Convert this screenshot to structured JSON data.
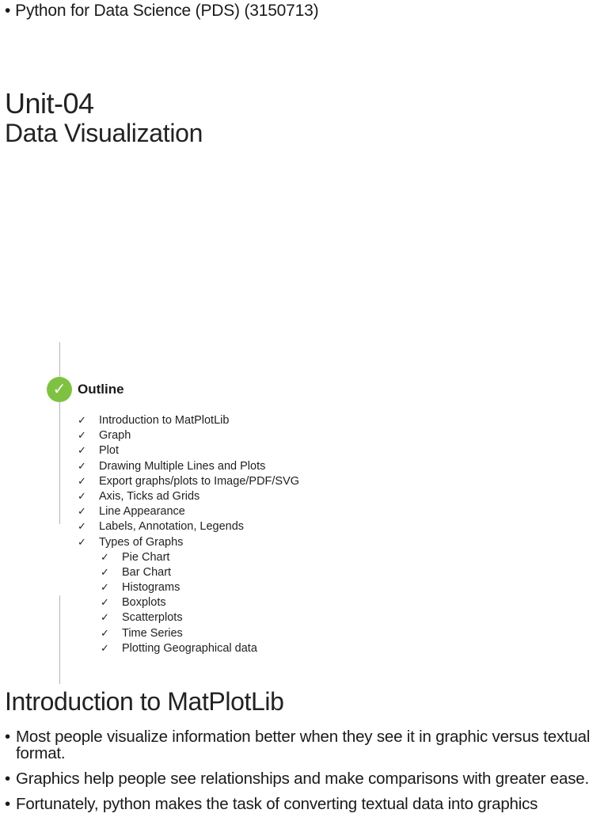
{
  "header": {
    "bullet": "•",
    "course": "Python for Data Science (PDS) (3150713)"
  },
  "unit": {
    "number": "Unit-04",
    "title": "Data Visualization"
  },
  "outline": {
    "check_icon": "✓",
    "label": "Outline",
    "tick": "✓",
    "items": [
      "Introduction to MatPlotLib",
      "Graph",
      "Plot",
      "Drawing Multiple Lines and Plots",
      "Export graphs/plots to Image/PDF/SVG",
      "Axis, Ticks ad Grids",
      "Line Appearance",
      "Labels, Annotation, Legends",
      "Types of Graphs"
    ],
    "sub_items": [
      "Pie Chart",
      "Bar Chart",
      "Histograms",
      "Boxplots",
      "Scatterplots",
      "Time Series",
      "Plotting Geographical data"
    ],
    "accent_color": "#7fc241"
  },
  "section": {
    "heading": "Introduction to MatPlotLib",
    "bullet": "•",
    "points": [
      "Most people visualize information better when they see it in graphic versus textual format.",
      "Graphics help people see relationships and make comparisons with greater ease.",
      "Fortunately, python makes the task of converting textual data into graphics"
    ]
  }
}
